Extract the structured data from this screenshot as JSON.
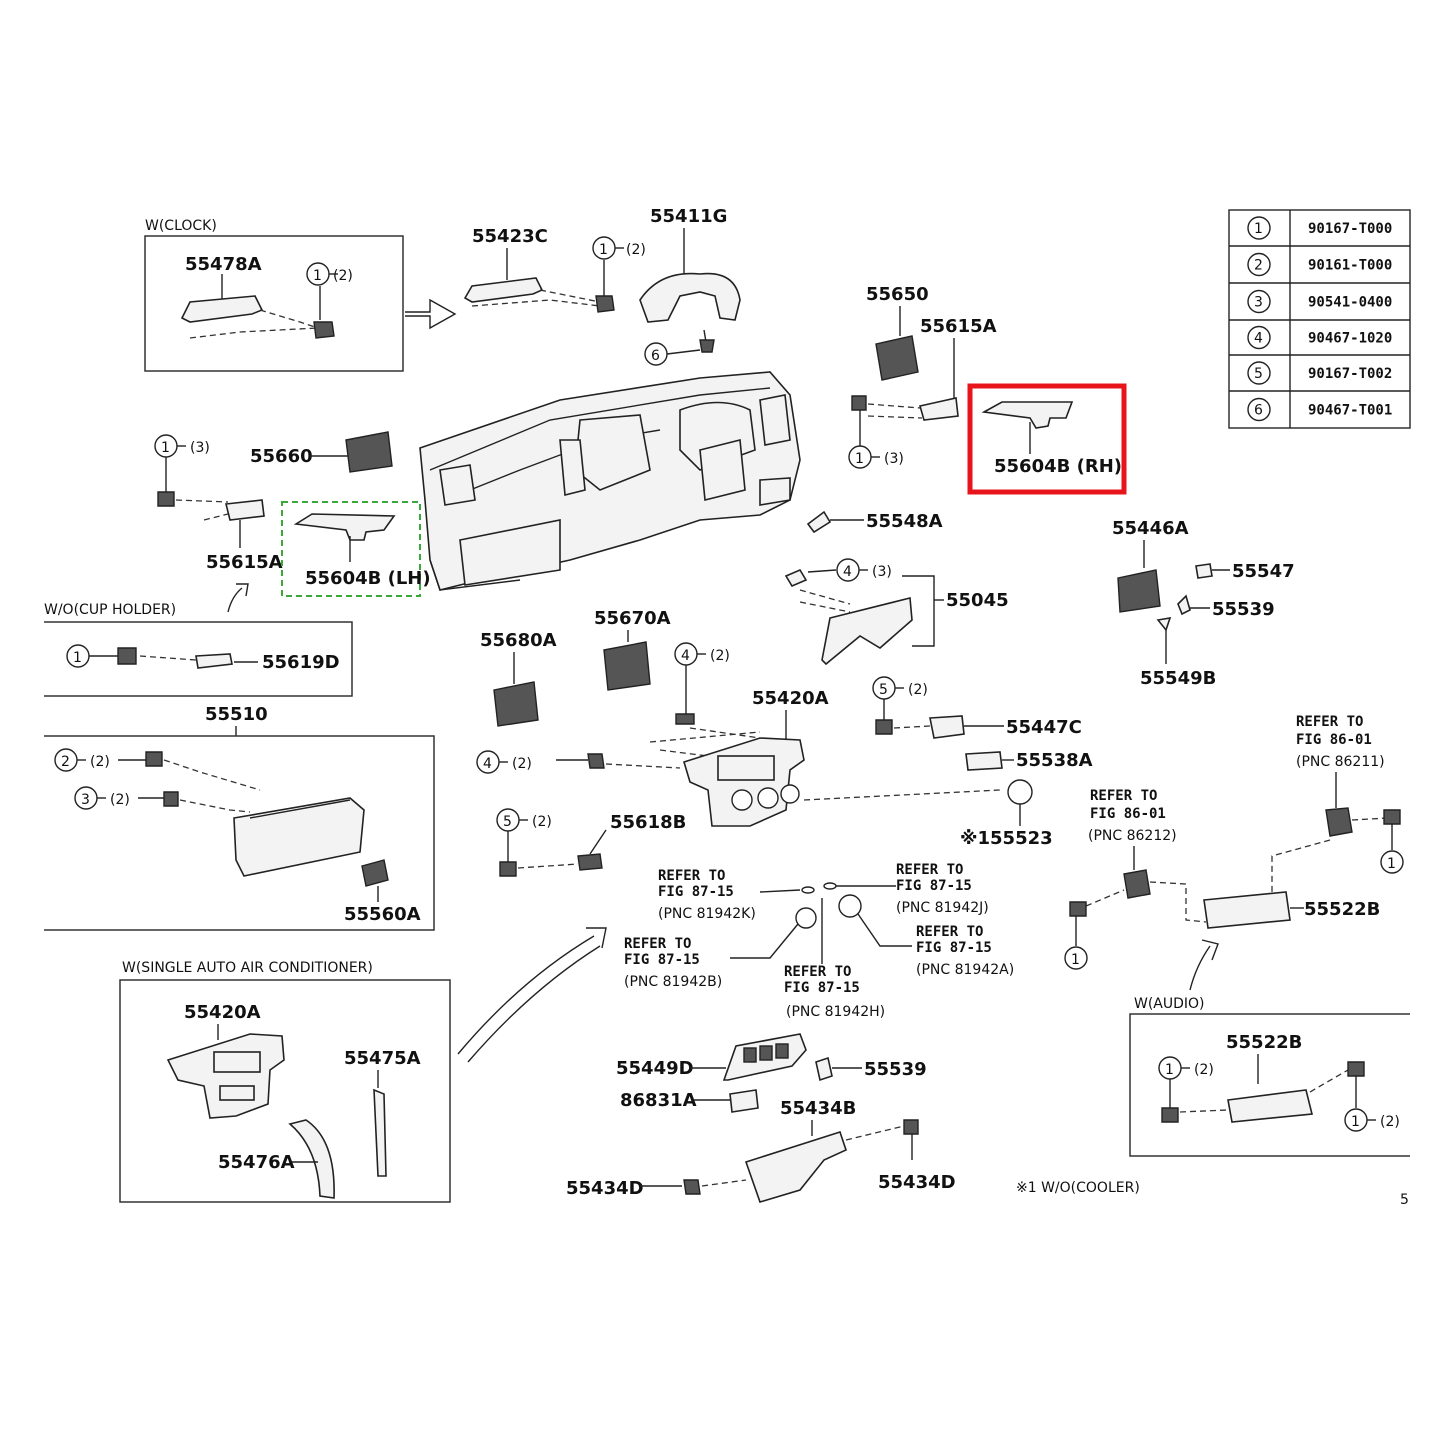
{
  "groups": {
    "w_clock": "W(CLOCK)",
    "wo_cup_holder": "W/O(CUP HOLDER)",
    "w_single_auto_ac": "W(SINGLE AUTO AIR CONDITIONER)",
    "w_audio": "W(AUDIO)",
    "footnote": "※1 W/O(COOLER)",
    "page_mark": "5"
  },
  "parts": {
    "p55478A": "55478A",
    "p55423C": "55423C",
    "p55411G": "55411G",
    "p55650": "55650",
    "p55615A_r": "55615A",
    "p55604B_rh": "55604B (RH)",
    "p55660": "55660",
    "p55615A_l": "55615A",
    "p55604B_lh": "55604B (LH)",
    "p55548A": "55548A",
    "p55446A": "55446A",
    "p55547": "55547",
    "p55539_a": "55539",
    "p55549B": "55549B",
    "p55045": "55045",
    "p55619D": "55619D",
    "p55680A": "55680A",
    "p55670A": "55670A",
    "p55420A": "55420A",
    "p55447C": "55447C",
    "p55538A": "55538A",
    "p55510": "55510",
    "p55560A": "55560A",
    "p55618B": "55618B",
    "p55523": "※155523",
    "p55522B": "55522B",
    "p55420A_b": "55420A",
    "p55475A": "55475A",
    "p55476A": "55476A",
    "p55449D": "55449D",
    "p55539_b": "55539",
    "p86831A": "86831A",
    "p55434B": "55434B",
    "p55434D_l": "55434D",
    "p55434D_r": "55434D",
    "p55522B_b": "55522B"
  },
  "refs": {
    "fig86_r1": "REFER TO",
    "fig86_r2": "FIG 86-01",
    "fig86_r3": "(PNC 86211)",
    "fig86b_r1": "REFER TO",
    "fig86b_r2": "FIG 86-01",
    "fig86b_r3": "(PNC 86212)",
    "k1": "REFER TO",
    "k2": "FIG 87-15",
    "k3": "(PNC 81942K)",
    "j1": "REFER TO",
    "j2": "FIG 87-15",
    "j3": "(PNC 81942J)",
    "b1": "REFER TO",
    "b2": "FIG 87-15",
    "b3": "(PNC 81942B)",
    "a1": "REFER TO",
    "a2": "FIG 87-15",
    "a3": "(PNC 81942A)",
    "h1": "REFER TO",
    "h2": "FIG 87-15",
    "h3": "(PNC 81942H)"
  },
  "callouts": {
    "c1": "1",
    "c2": "2",
    "c3": "3",
    "c4": "4",
    "c5": "5",
    "c6": "6",
    "q2": "(2)",
    "q3": "(3)"
  },
  "legend": [
    {
      "num": "1",
      "code": "90167-T000"
    },
    {
      "num": "2",
      "code": "90161-T000"
    },
    {
      "num": "3",
      "code": "90541-0400"
    },
    {
      "num": "4",
      "code": "90467-1020"
    },
    {
      "num": "5",
      "code": "90167-T002"
    },
    {
      "num": "6",
      "code": "90467-T001"
    }
  ],
  "colors": {
    "highlight_rh": "#e8141c",
    "highlight_lh": "#3aa83a",
    "ink": "#222222"
  }
}
